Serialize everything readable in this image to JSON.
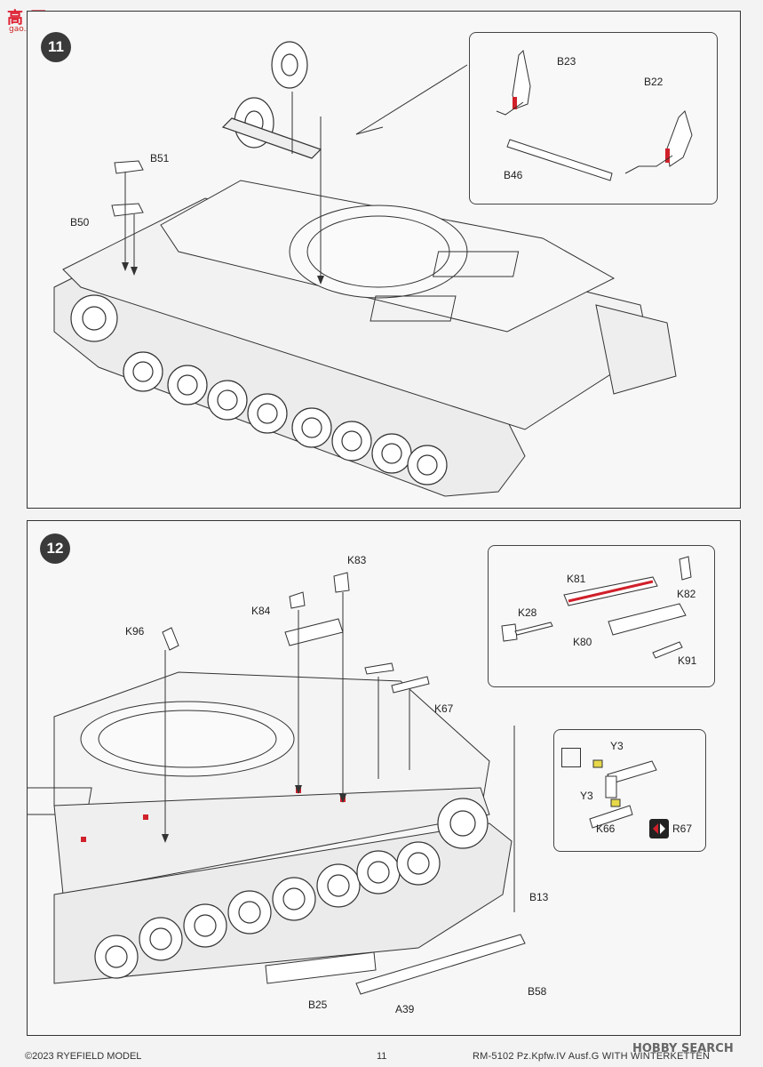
{
  "watermark_top": {
    "logo": "高 网",
    "url": "gao.shou.com"
  },
  "step11": {
    "number": "11",
    "labels": {
      "b51": "B51",
      "b50": "B50",
      "b23": "B23",
      "b22": "B22",
      "b46": "B46"
    }
  },
  "step12": {
    "number": "12",
    "labels": {
      "k83": "K83",
      "k84": "K84",
      "k96": "K96",
      "k67": "K67",
      "b13": "B13",
      "b25": "B25",
      "a39": "A39",
      "b58": "B58",
      "k81": "K81",
      "k82": "K82",
      "k28": "K28",
      "k80": "K80",
      "k91": "K91",
      "y3_top": "Y3",
      "y3_mid": "Y3",
      "k66": "K66",
      "r67": "R67"
    }
  },
  "footer": {
    "copyright": "©2023 RYEFIELD MODEL",
    "page_number": "11",
    "kit_title": "RM-5102 Pz.Kpfw.IV Ausf.G WITH WINTERKETTEN"
  },
  "watermark_bottom": "HOBBY SEARCH",
  "colors": {
    "highlight_red": "#d0202a",
    "highlight_yellow": "#e6d84a",
    "line": "#333333"
  }
}
